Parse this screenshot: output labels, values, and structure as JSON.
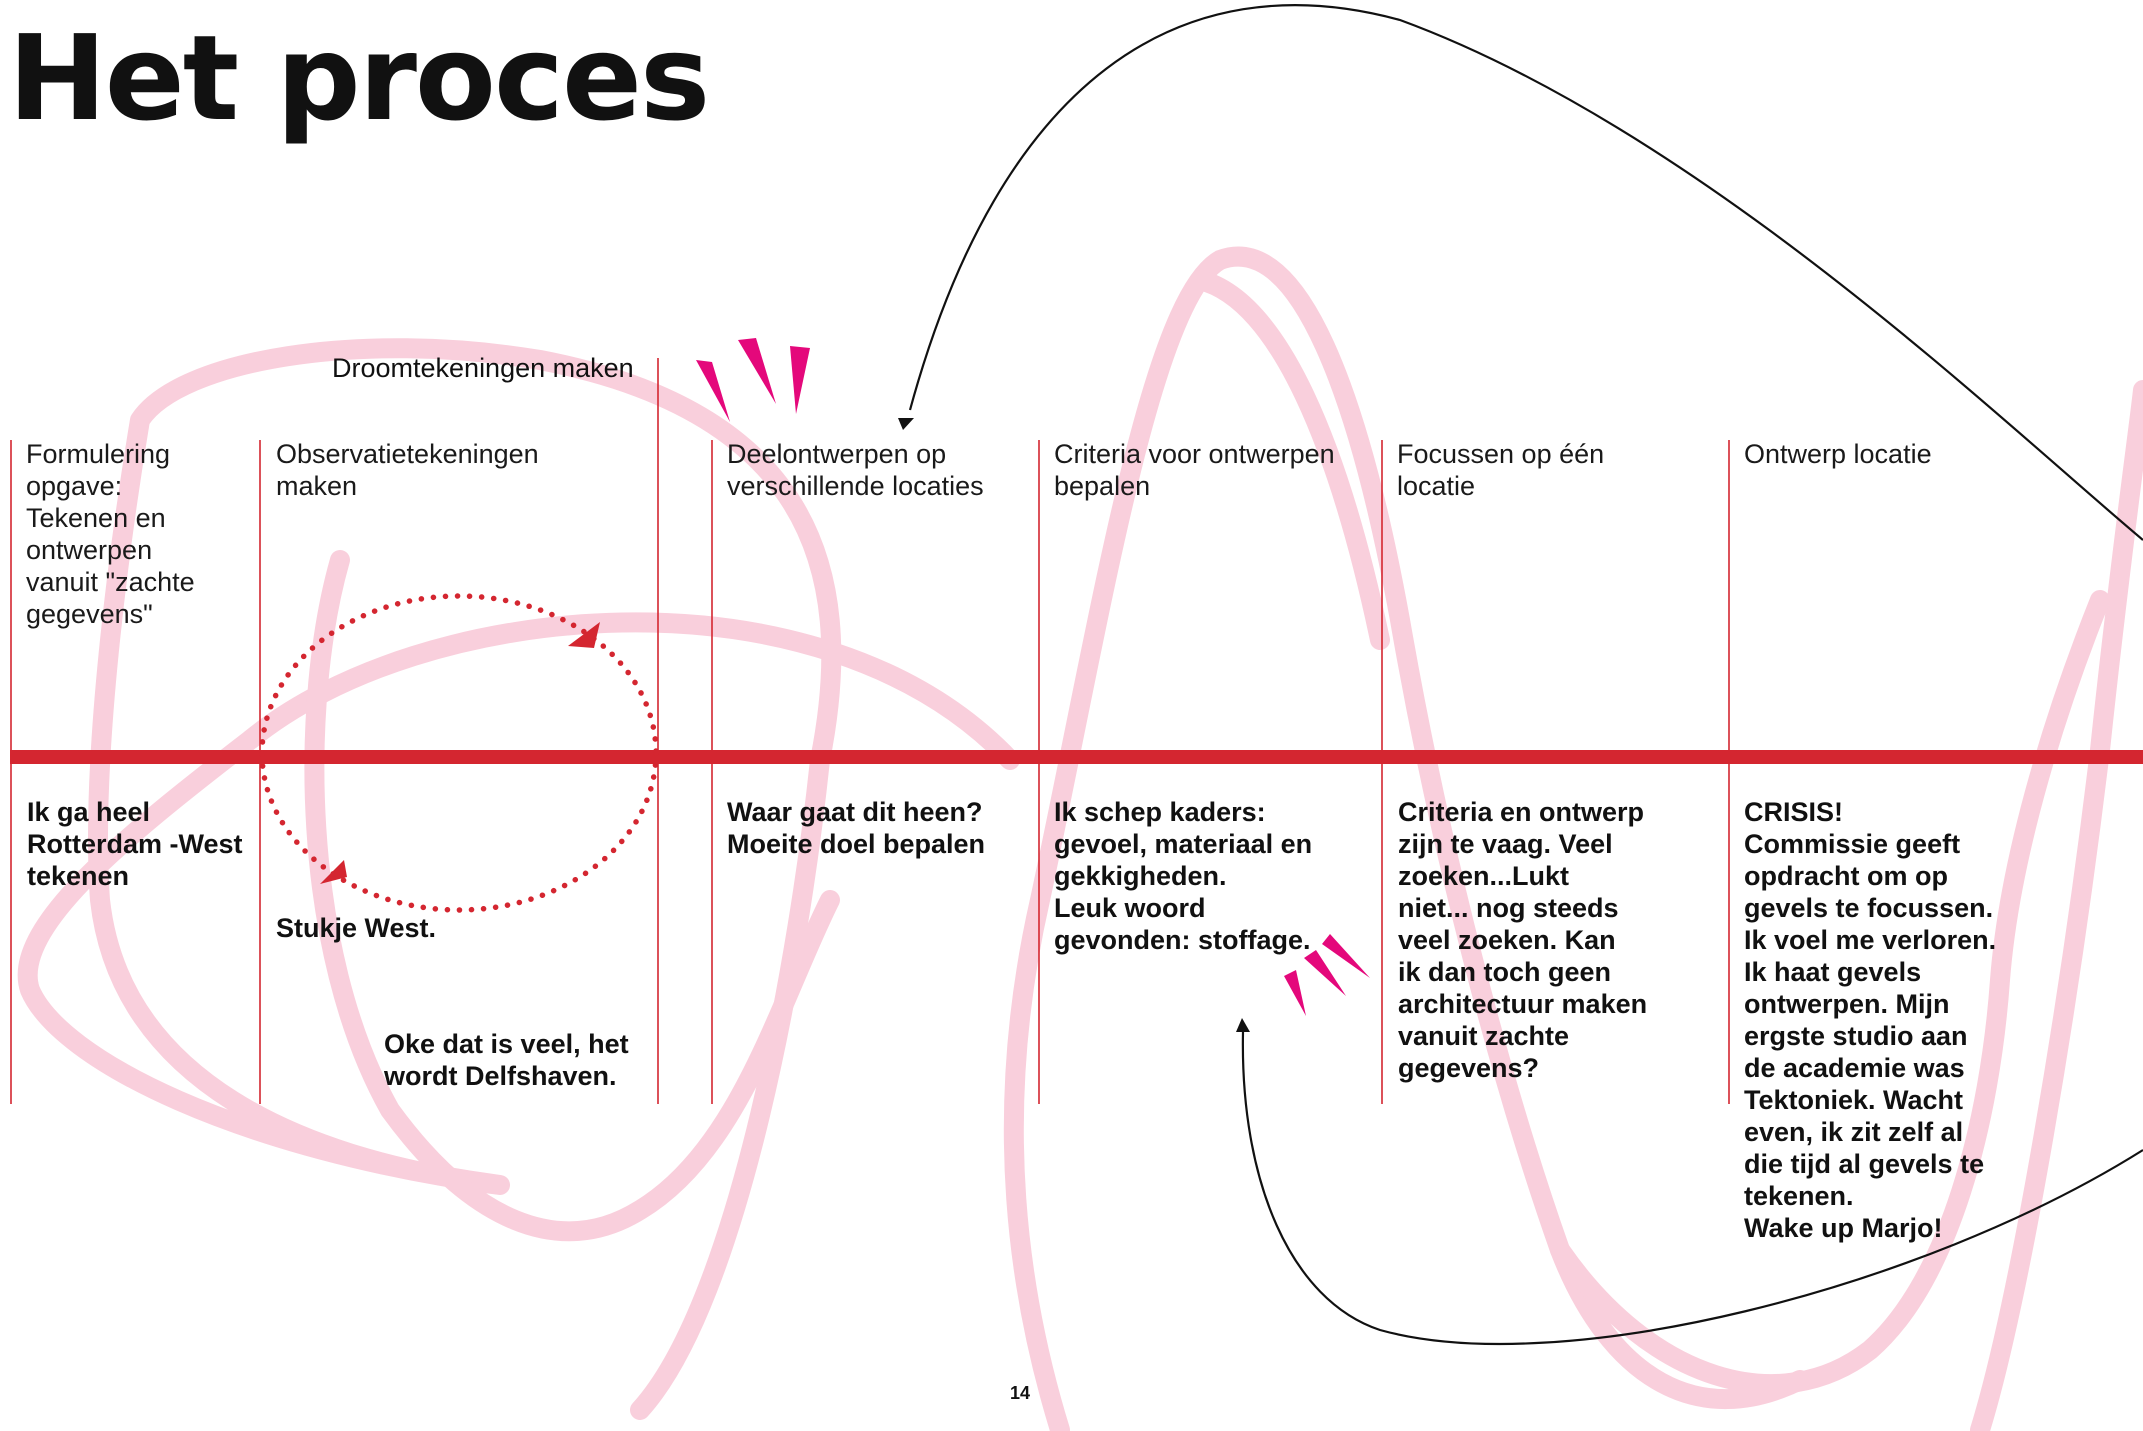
{
  "title": "Het proces",
  "dream_label": "Droomtekeningen maken",
  "page_number": "14",
  "phases": [
    {
      "top": "Formulering\nopgave:\nTekenen en\nontwerpen\nvanuit \"zachte\ngegevens\"",
      "bottom": "Ik ga heel\nRotterdam -West\ntekenen"
    },
    {
      "top": "Observatietekeningen\nmaken",
      "bottom": "Stukje West."
    },
    {
      "top": "Deelontwerpen op\nverschillende locaties",
      "bottom": "Waar gaat dit heen?\nMoeite doel bepalen"
    },
    {
      "top": "Criteria voor ontwerpen\nbepalen",
      "bottom": "Ik schep kaders:\ngevoel, materiaal en\ngekkigheden.\nLeuk woord\ngevonden: stoffage."
    },
    {
      "top": "Focussen op één\nlocatie",
      "bottom": "Criteria en ontwerp\nzijn te vaag. Veel\nzoeken...Lukt\nniet... nog steeds\nveel zoeken. Kan\nik dan toch geen\narchitectuur maken\nvanuit zachte\ngegevens?"
    },
    {
      "top": "Ontwerp locatie",
      "bottom": "CRISIS!\nCommissie geeft\nopdracht om op\ngevels te focussen.\nIk voel me verloren.\nIk haat gevels\nontwerpen. Mijn\nergste studio aan\nde academie was\nTektoniek. Wacht\neven, ik zit zelf al\ndie tijd  al gevels te\ntekenen.\nWake up Marjo!"
    }
  ],
  "extra_note": "Oke dat is veel, het\nwordt Delfshaven.",
  "colors": {
    "timeline": "#d42630",
    "pink_scribble": "#f9cfdc",
    "magenta": "#e4087b",
    "arrow": "#111111"
  }
}
